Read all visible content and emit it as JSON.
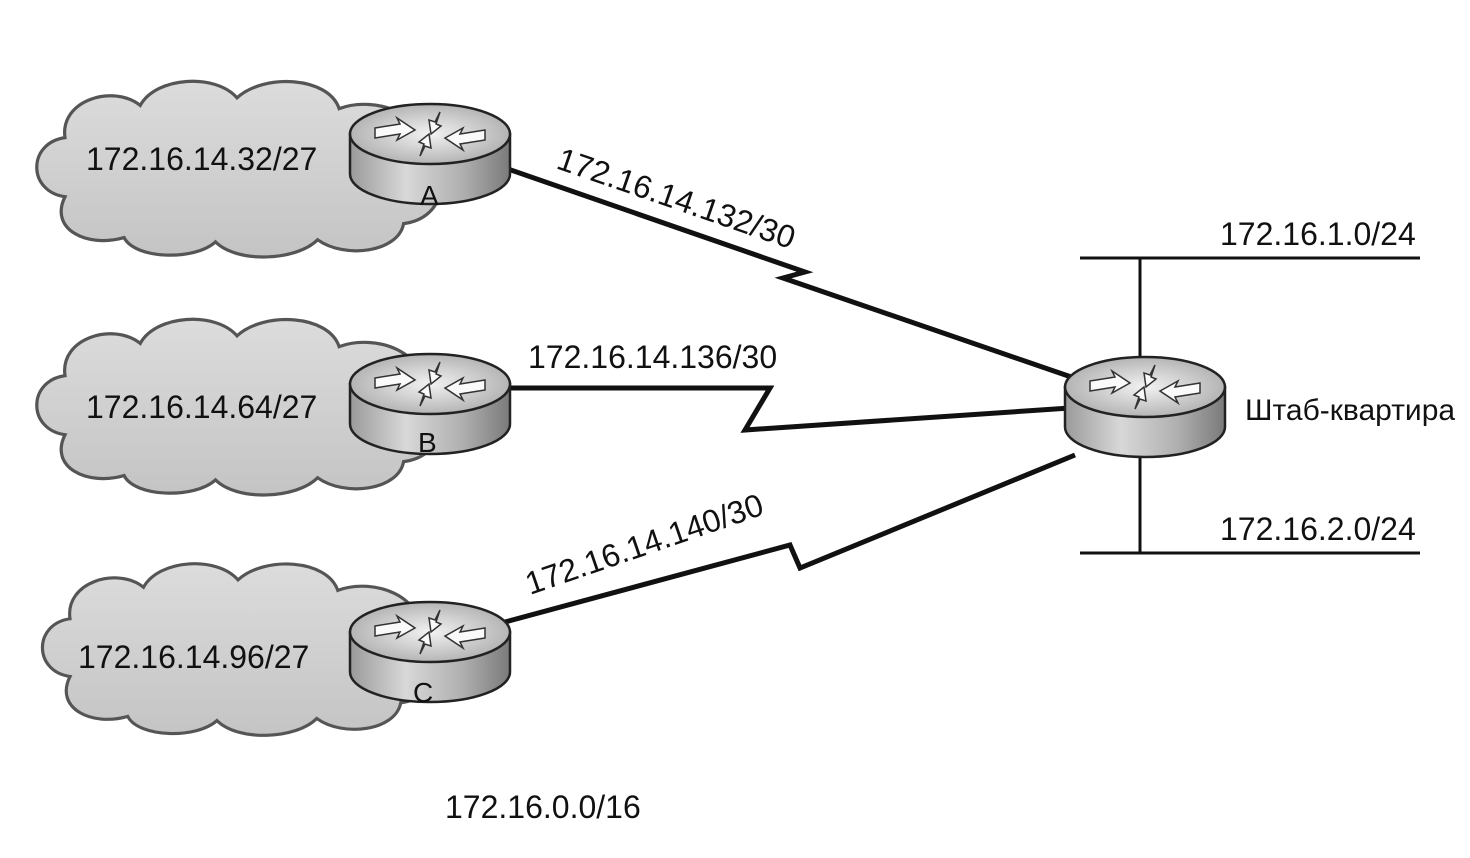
{
  "diagram": {
    "networks": {
      "a": "172.16.14.32/27",
      "b": "172.16.14.64/27",
      "c": "172.16.14.96/27"
    },
    "links": {
      "a": "172.16.14.132/30",
      "b": "172.16.14.136/30",
      "c": "172.16.14.140/30"
    },
    "routers": {
      "a": "A",
      "b": "B",
      "c": "C",
      "hq": "Штаб-квартира"
    },
    "hq_networks": {
      "top": "172.16.1.0/24",
      "bottom": "172.16.2.0/24"
    },
    "summary": "172.16.0.0/16"
  }
}
